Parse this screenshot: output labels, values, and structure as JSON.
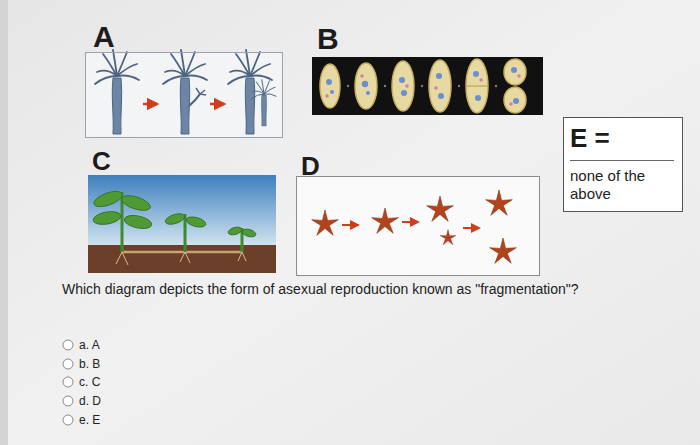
{
  "diagram": {
    "nodes": [
      {
        "text": [
          "A"
        ]
      },
      {
        "text": [
          "B"
        ]
      },
      {
        "text": [
          "C"
        ]
      },
      {
        "text": [
          "D"
        ]
      },
      {
        "text": [
          "E =",
          "none of the above"
        ]
      }
    ],
    "labels": [
      "Which diagram depicts the form of asexual reproduction known as \"fragmentation\"?",
      "a. A",
      "b. B",
      "c. C",
      "d. D",
      "e. E"
    ]
  }
}
